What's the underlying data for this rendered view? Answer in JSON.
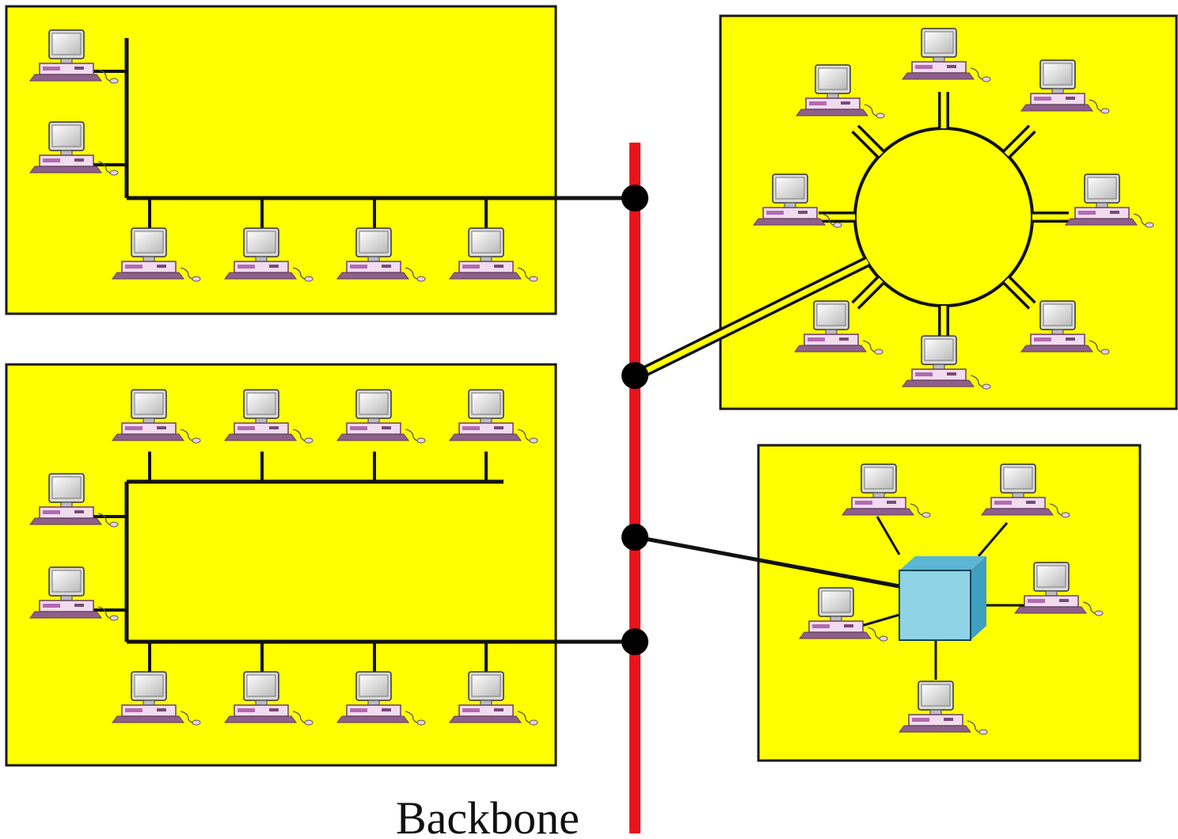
{
  "diagram": {
    "backbone_label": "Backbone",
    "colors": {
      "lan_fill": "#ffff00",
      "lan_border": "#1a1a1a",
      "backbone": "#e8141c",
      "wire": "#111111",
      "node": "#000000",
      "hub_front": "#8fd3e6",
      "hub_top": "#5ab6d2",
      "hub_side": "#3f9fbf",
      "monitor": "#f2f2f2",
      "keyboard": "#e8d0e6",
      "base": "#8f5f8b"
    },
    "lans": [
      {
        "name": "bus-lan-top-left",
        "topology": "bus",
        "workstations": 6
      },
      {
        "name": "bus-lan-bottom-left",
        "topology": "bus",
        "workstations": 10
      },
      {
        "name": "ring-lan-top-right",
        "topology": "ring",
        "workstations": 8
      },
      {
        "name": "star-lan-bottom-right",
        "topology": "star",
        "workstations": 5
      }
    ],
    "icons": {
      "workstation": "desktop-computer-icon",
      "hub": "hub-box-icon"
    }
  }
}
